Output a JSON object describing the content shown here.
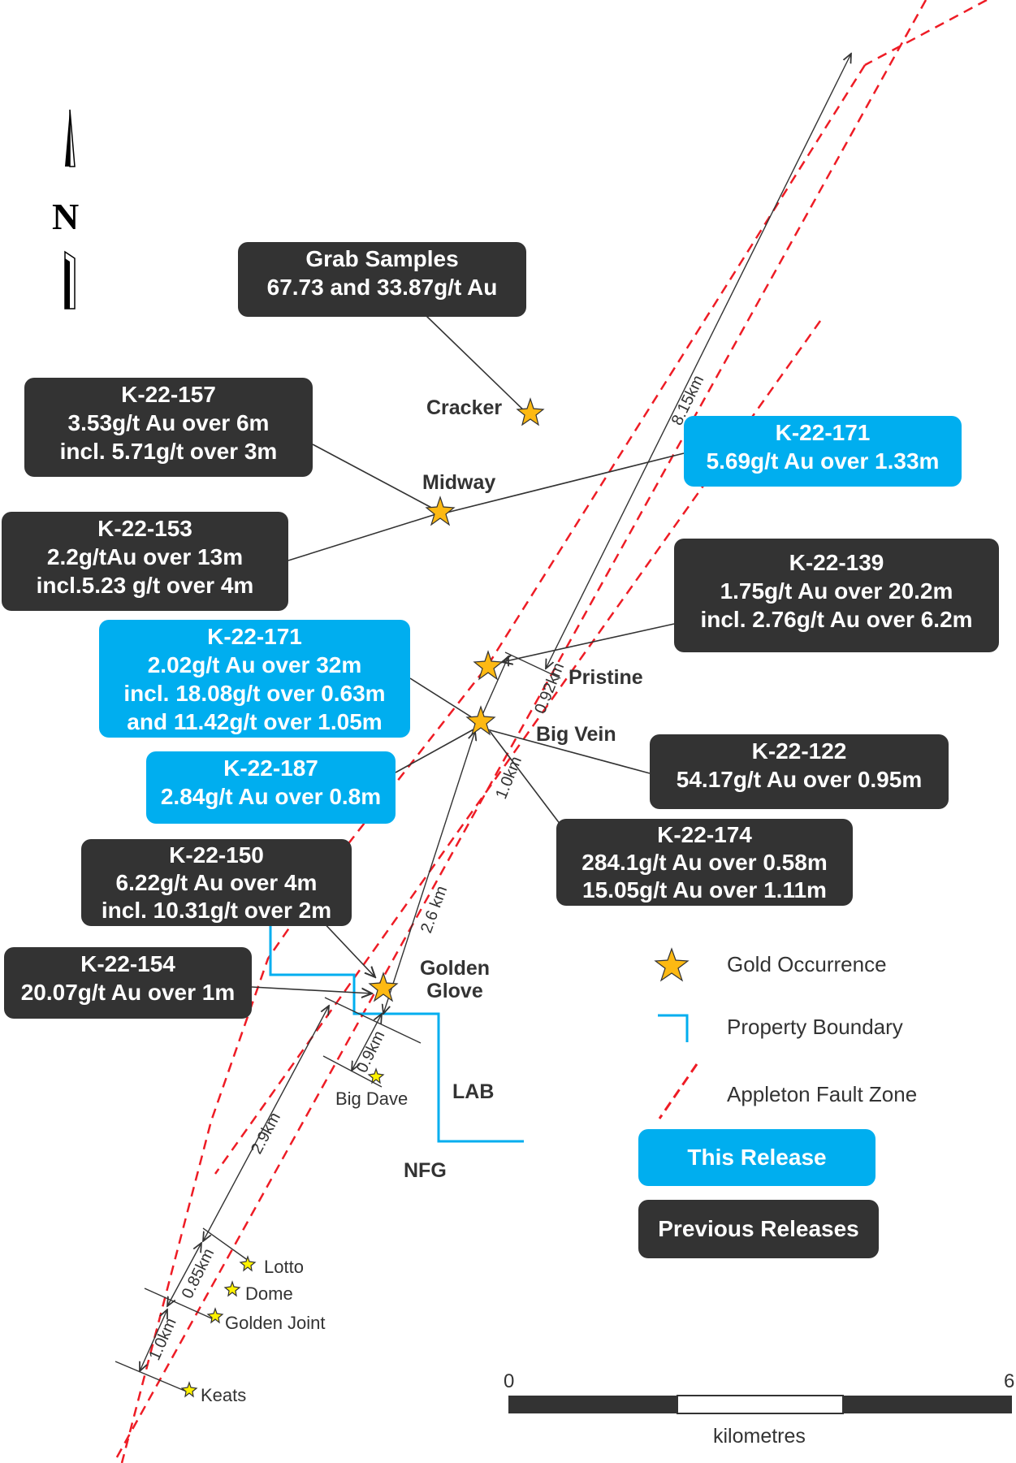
{
  "north_arrow": {
    "label": "N"
  },
  "result_boxes": [
    {
      "id": "grab",
      "release": "previous",
      "lines": [
        "Grab Samples",
        "67.73 and 33.87g/t Au"
      ]
    },
    {
      "id": "k157",
      "release": "previous",
      "lines": [
        "K-22-157",
        "3.53g/t Au over 6m",
        "incl. 5.71g/t over 3m"
      ]
    },
    {
      "id": "k171a",
      "release": "this",
      "lines": [
        "K-22-171",
        "5.69g/t Au over 1.33m"
      ]
    },
    {
      "id": "k153",
      "release": "previous",
      "lines": [
        "K-22-153",
        "2.2g/tAu over 13m",
        "incl.5.23 g/t over 4m"
      ]
    },
    {
      "id": "k139",
      "release": "previous",
      "lines": [
        "K-22-139",
        "1.75g/t Au over 20.2m",
        "incl. 2.76g/t Au over 6.2m"
      ]
    },
    {
      "id": "k171b",
      "release": "this",
      "lines": [
        "K-22-171",
        "2.02g/t Au over 32m",
        "incl. 18.08g/t over 0.63m",
        "and 11.42g/t over 1.05m"
      ]
    },
    {
      "id": "k187",
      "release": "this",
      "lines": [
        "K-22-187",
        "2.84g/t Au over 0.8m"
      ]
    },
    {
      "id": "k122",
      "release": "previous",
      "lines": [
        "K-22-122",
        "54.17g/t Au over 0.95m"
      ]
    },
    {
      "id": "k174",
      "release": "previous",
      "lines": [
        "K-22-174",
        "284.1g/t Au over 0.58m",
        "15.05g/t Au over 1.11m"
      ]
    },
    {
      "id": "k150",
      "release": "previous",
      "lines": [
        "K-22-150",
        "6.22g/t Au over 4m",
        "incl. 10.31g/t over 2m"
      ]
    },
    {
      "id": "k154",
      "release": "previous",
      "lines": [
        "K-22-154",
        "20.07g/t Au over 1m"
      ]
    }
  ],
  "occurrences_major": [
    "Cracker",
    "Midway",
    "Pristine",
    "Big Vein"
  ],
  "golden_glove": [
    "Golden",
    "Glove"
  ],
  "occurrences_minor": [
    "Big Dave",
    "Lotto",
    "Dome",
    "Golden Joint",
    "Keats"
  ],
  "property_labels": [
    "LAB",
    "NFG"
  ],
  "distances": [
    "8.15km",
    "0.92km",
    "1.0km",
    "2.6 km",
    "0.9km",
    "2.9km",
    "0.85km",
    "1.0km"
  ],
  "legend": {
    "gold_occurrence": "Gold Occurrence",
    "property_boundary": "Property Boundary",
    "fault_zone": "Appleton Fault Zone",
    "this_release": "This Release",
    "previous_releases": "Previous Releases"
  },
  "scale_bar": {
    "start": "0",
    "end": "6",
    "unit": "kilometres"
  },
  "colors": {
    "previous_box": "#333333",
    "this_box": "#00aeef",
    "fault": "#ee1c25",
    "boundary": "#00aeef",
    "star_major": "#fdb913",
    "star_minor": "#fff200"
  }
}
